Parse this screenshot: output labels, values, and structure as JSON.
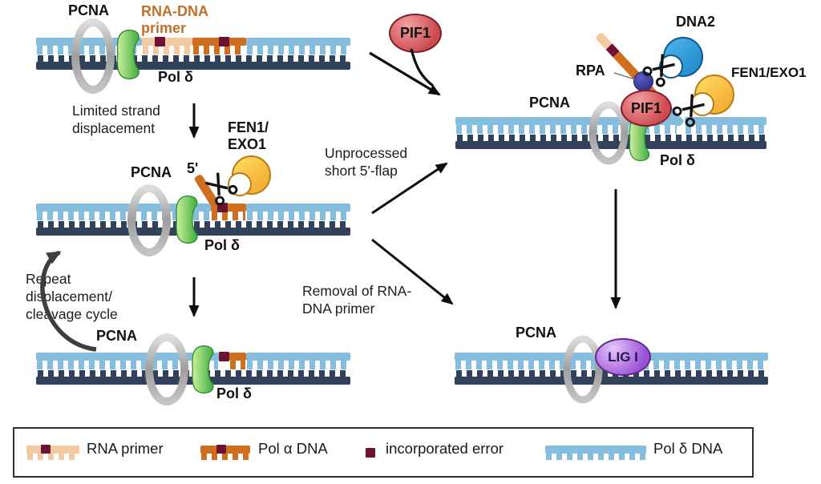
{
  "colors": {
    "pol_delta_dna": "#85bdde",
    "template_strand": "#31415a",
    "rna_primer": "#f3c9a2",
    "pol_alpha_dna": "#ce6e1e",
    "incorporated_error": "#6e1233",
    "pol_delta_protein": "#43b045",
    "pcna_ring": "#b3b3b3",
    "pif1": "#cc4a50",
    "dna2": "#1b86c9",
    "fen1_exo1": "#f2a32b",
    "rpa": "#32348c",
    "lig1": "#9a4fd6",
    "arrow": "#0d0d0d"
  },
  "stage_initial": {
    "pcna": "PCNA",
    "primer": "RNA-DNA\nprimer",
    "pol": "Pol δ"
  },
  "annotations": {
    "limited": "Limited strand\ndisplacement",
    "repeat": "Repeat\ndisplacement/\ncleavage cycle",
    "unprocessed": "Unprocessed\nshort 5'-flap",
    "removal": "Removal of RNA-\nDNA primer"
  },
  "stage_short_flap": {
    "pcna": "PCNA",
    "five_prime": "5'",
    "fen1": "FEN1/\nEXO1",
    "pol": "Pol δ"
  },
  "stage_cycle": {
    "pcna": "PCNA",
    "pol": "Pol δ"
  },
  "stage_long_flap": {
    "pif1_free": "PIF1",
    "dna2": "DNA2",
    "rpa": "RPA",
    "fen1": "FEN1/EXO1",
    "pcna": "PCNA",
    "pif1": "PIF1",
    "pol": "Pol δ"
  },
  "stage_ligation": {
    "pcna": "PCNA",
    "lig1": "LIG I"
  },
  "legend": {
    "items": [
      {
        "label": "RNA primer"
      },
      {
        "label": "Pol α DNA"
      },
      {
        "label": "incorporated error"
      },
      {
        "label": "Pol δ DNA"
      }
    ]
  }
}
